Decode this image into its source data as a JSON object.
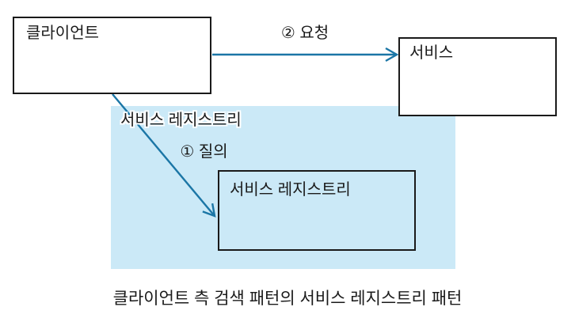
{
  "caption": "클라이언트 측 검색 패턴의 서비스 레지스트리 패턴",
  "colors": {
    "arrow": "#1b76a6",
    "region_fill": "#cbe9f7",
    "box_border": "#1a1a1a",
    "text": "#1a1a1a",
    "background": "#ffffff"
  },
  "diagram": {
    "client_box": {
      "label": "클라이언트"
    },
    "service_box": {
      "label": "서비스"
    },
    "registry_region": {
      "label": "서비스 레지스트리"
    },
    "registry_box": {
      "label": "서비스 레지스트리"
    },
    "arrows": [
      {
        "label": "① 질의",
        "from": "클라이언트",
        "to": "서비스 레지스트리"
      },
      {
        "label": "② 요청",
        "from": "클라이언트",
        "to": "서비스"
      }
    ]
  }
}
